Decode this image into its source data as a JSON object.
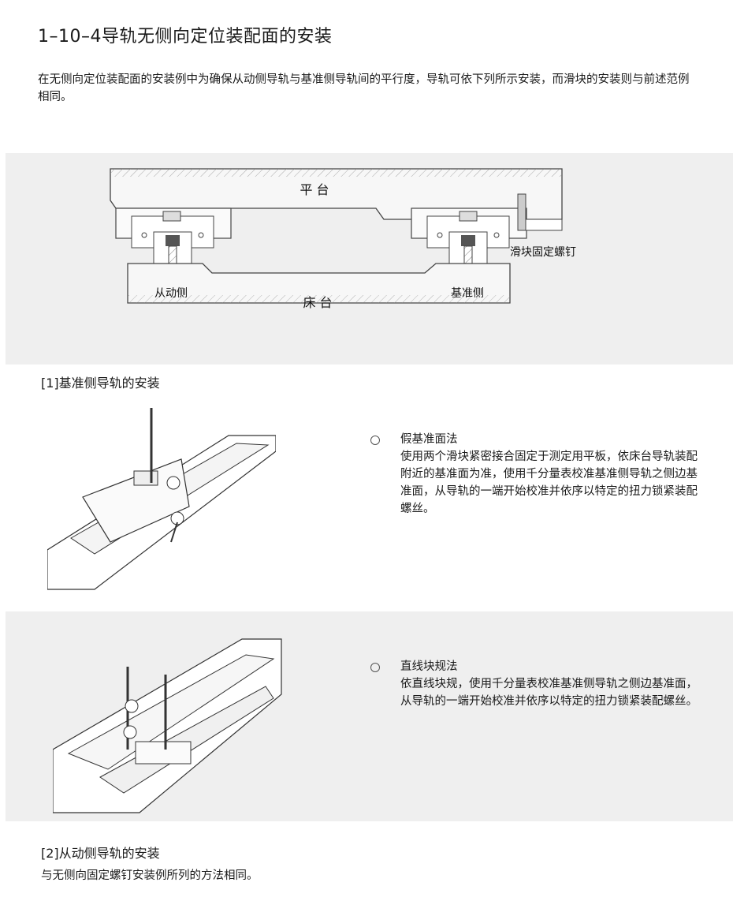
{
  "title": "1–10–4导轨无侧向定位装配面的安装",
  "intro": "在无侧向定位装配面的安装例中为确保从动侧导轨与基准侧导轨间的平行度，导轨可依下列所示安装，而滑块的安装则与前述范例相同。",
  "diagram": {
    "platform": "平 台",
    "bed": "床 台",
    "driven_side": "从动侧",
    "reference_side": "基准侧",
    "screw": "滑块固定螺钉"
  },
  "section1": {
    "heading": "[1]基准侧导轨的安装",
    "methods": [
      {
        "title": "假基准面法",
        "desc": "使用两个滑块紧密接合固定于测定用平板，依床台导轨装配附近的基准面为准，使用千分量表校准基准侧导轨之侧边基准面，从导轨的一端开始校准并依序以特定的扭力锁紧装配螺丝。"
      },
      {
        "title": "直线块规法",
        "desc": "依直线块规，使用千分量表校准基准侧导轨之侧边基准面，从导轨的一端开始校准并依序以特定的扭力锁紧装配螺丝。"
      }
    ]
  },
  "section2": {
    "heading": "[2]从动侧导轨的安装",
    "note": "与无侧向固定螺钉安装例所列的方法相同。"
  }
}
